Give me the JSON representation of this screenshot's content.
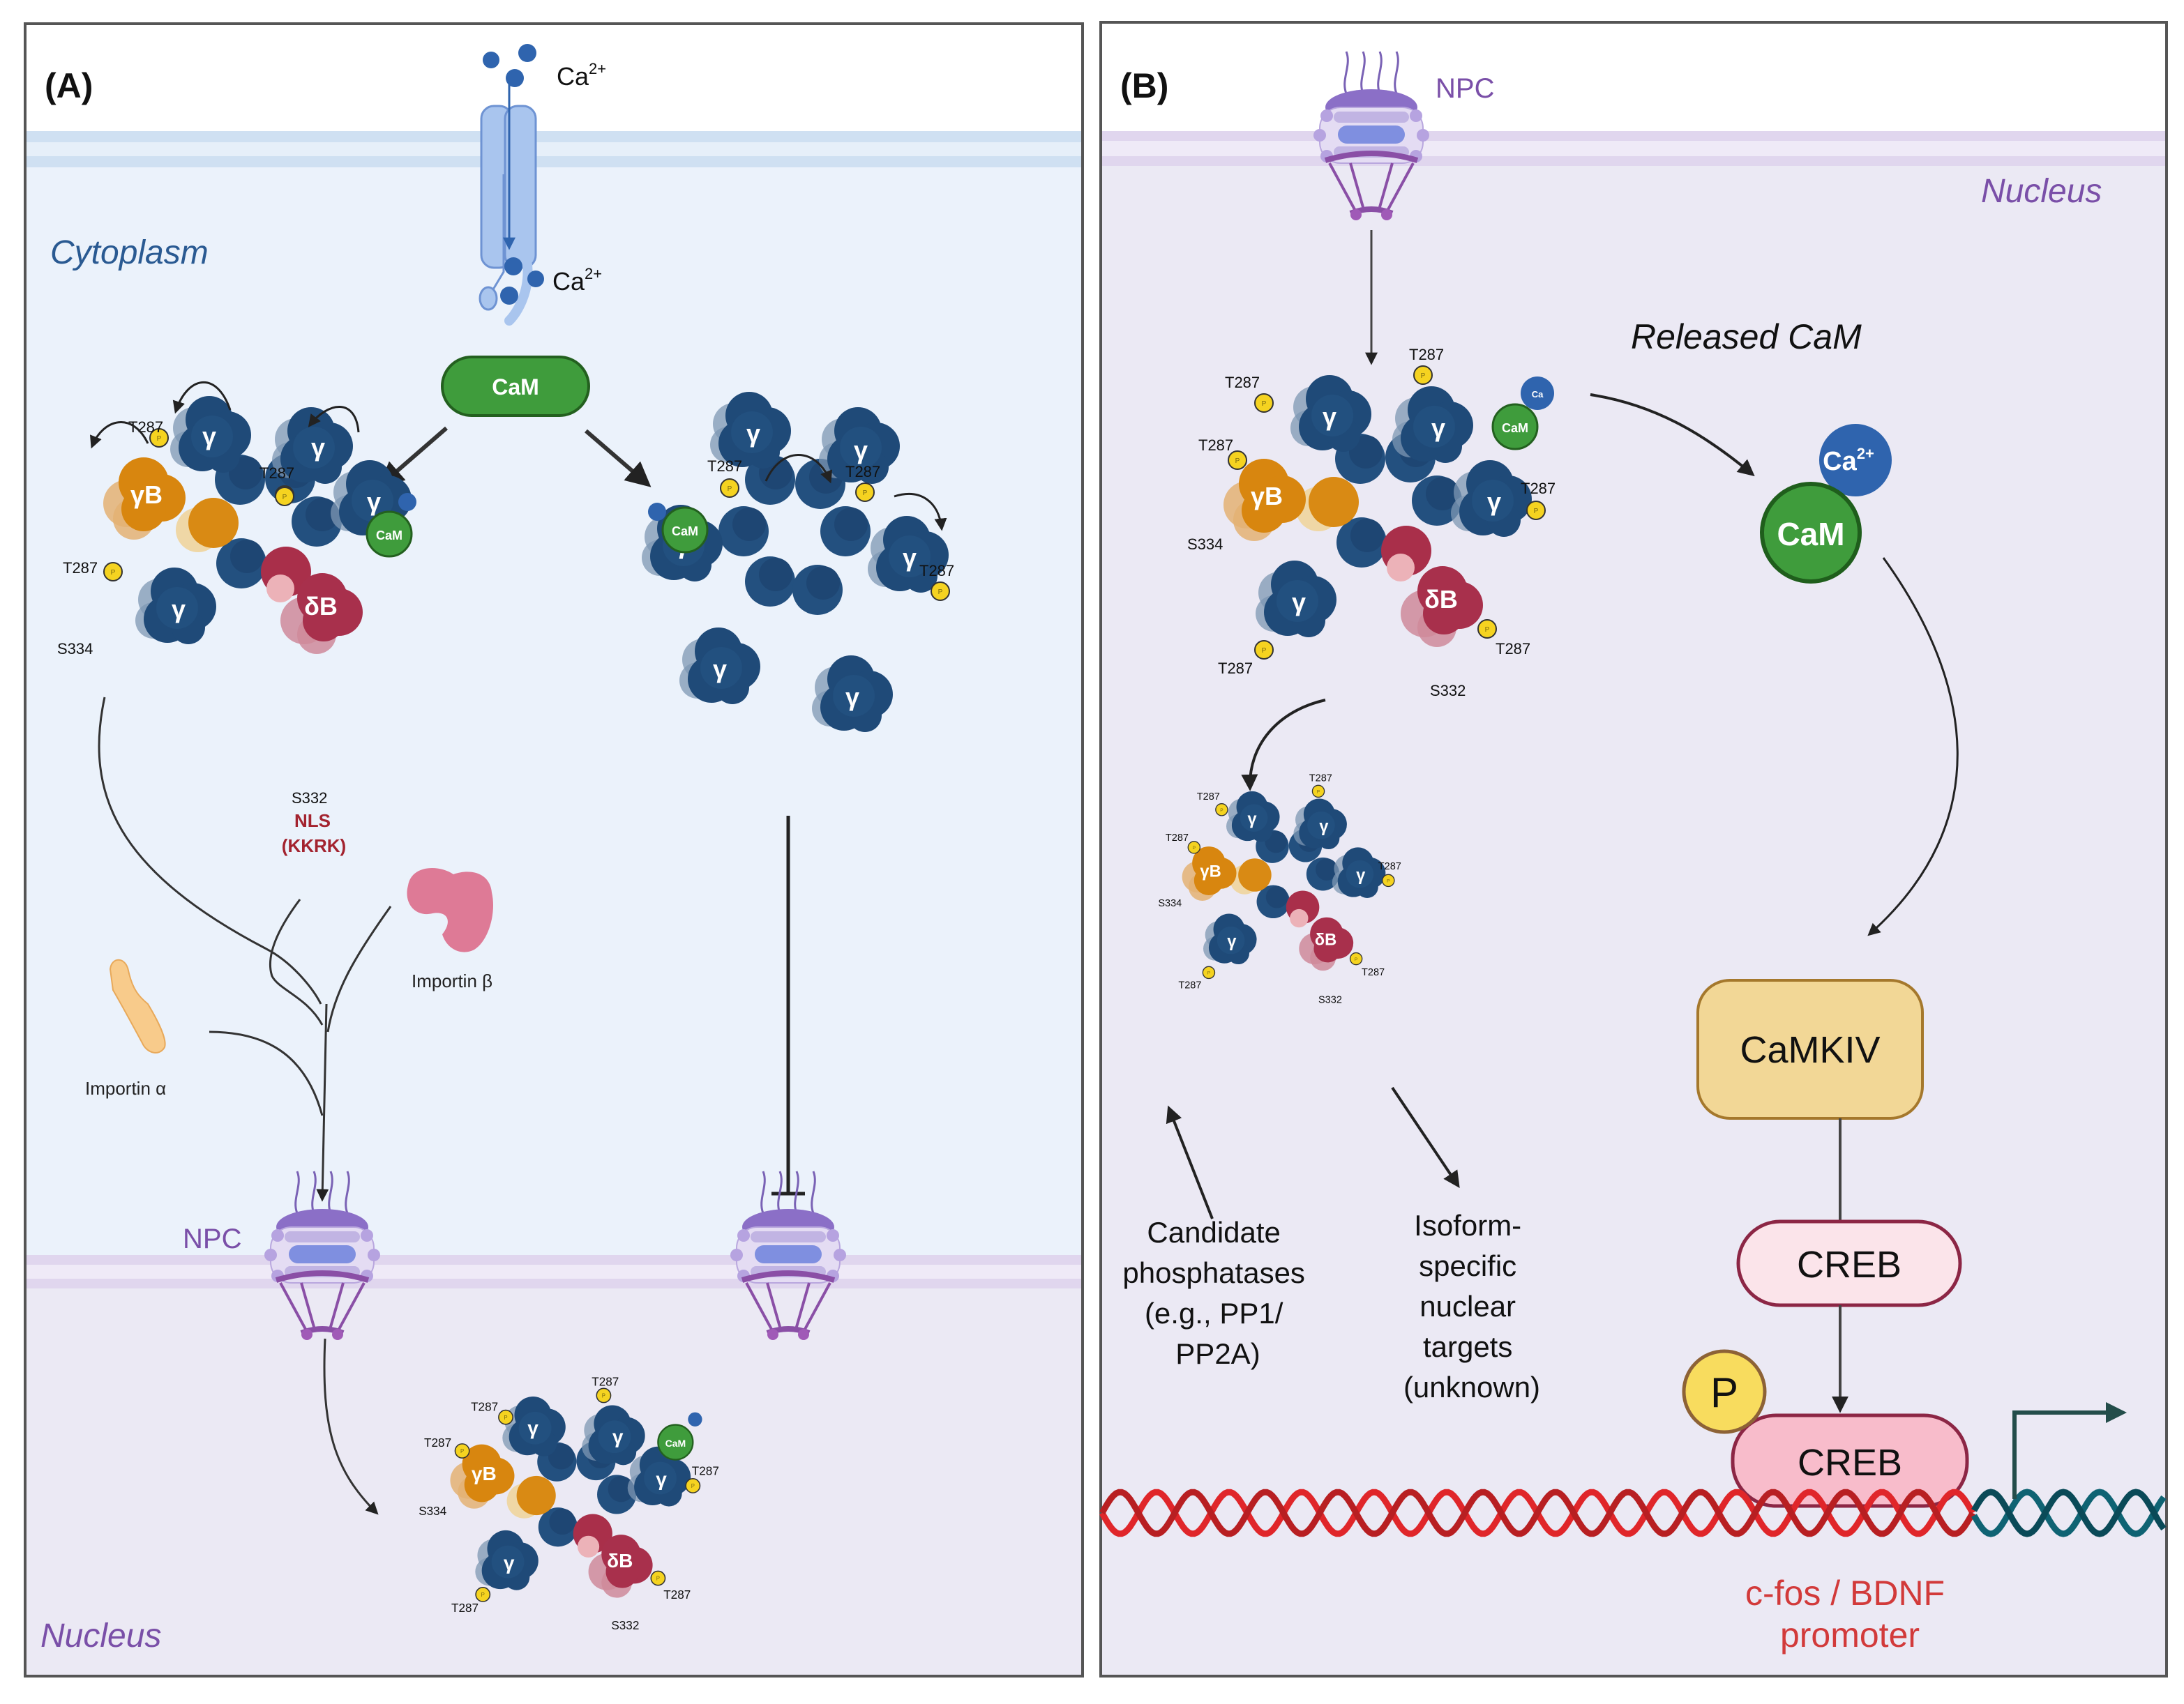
{
  "figure": {
    "panel_a": {
      "letter": "(A)",
      "region_top": "Cytoplasm",
      "region_bottom": "Nucleus",
      "ca_label": "Ca",
      "ca_charge": "2+",
      "cam_label": "CaM",
      "npc_label": "NPC",
      "site_t287": "T287",
      "site_s334": "S334",
      "site_s332": "S332",
      "nls_label": "NLS",
      "nls_motif": "(KKRK)",
      "importin_alpha": "Importin α",
      "importin_beta": "Importin β",
      "subunit_gamma": "γ",
      "subunit_gammaB": "γB",
      "subunit_deltaB": "δB"
    },
    "panel_b": {
      "letter": "(B)",
      "region": "Nucleus",
      "npc_label": "NPC",
      "released_cam": "Released CaM",
      "cam_label": "CaM",
      "ca_label": "Ca",
      "ca_charge": "2+",
      "site_t287": "T287",
      "site_s334": "S334",
      "site_s332": "S332",
      "subunit_gamma": "γ",
      "subunit_gammaB": "γB",
      "subunit_deltaB": "δB",
      "phosphatase_lines": [
        "Candidate",
        "phosphatases",
        "(e.g., PP1/",
        "PP2A)"
      ],
      "targets_lines": [
        "Isoform-",
        "specific",
        "nuclear",
        "targets",
        "(unknown)"
      ],
      "camkiv": "CaMKIV",
      "creb": "CREB",
      "creb_p": "CREB",
      "phospho": "P",
      "promoter_lines": [
        "c-fos / BDNF",
        "promoter"
      ]
    },
    "colors": {
      "cytoplasm_bg": "#ebf2fb",
      "nucleus_bg": "#ebe9f4",
      "plasma_membrane": "#cfe0f2",
      "nuclear_membrane": "#e0d6ee",
      "gamma_subunit": "#1f4a78",
      "gammaB_subunit": "#d8860f",
      "deltaB_subunit": "#a8304c",
      "cam": "#3f9c3c",
      "calcium": "#2f64ae",
      "phospho_badge": "#f5d320",
      "camkiv_fill": "#f2d796",
      "creb_fill": "#fbe4ea",
      "creb_p_fill": "#f8bccb",
      "creb_stroke": "#8c2645",
      "dna_promoter": "#e0262a",
      "dna_gene": "#0f6373"
    }
  }
}
